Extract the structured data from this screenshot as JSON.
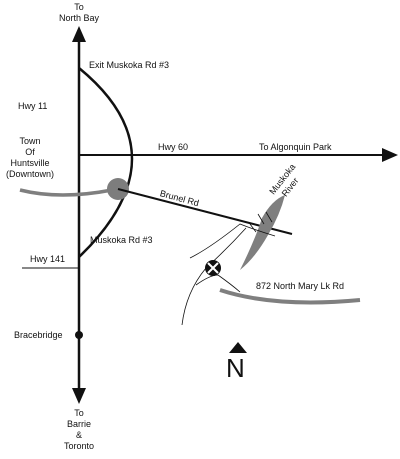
{
  "labels": {
    "to_north_bay": [
      "To",
      "North Bay"
    ],
    "exit_muskoka": "Exit Muskoka Rd #3",
    "hwy11": "Hwy 11",
    "town": [
      "Town",
      "Of",
      "Huntsville",
      "(Downtown)"
    ],
    "hwy60": "Hwy 60",
    "to_algonquin": "To Algonquin Park",
    "brunel": "Brunel Rd",
    "river": [
      "Muskoka",
      "River"
    ],
    "muskoka_rd3": "Muskoka Rd #3",
    "hwy141": "Hwy 141",
    "destination": "872 North Mary Lk Rd",
    "bracebridge": "Bracebridge",
    "north": "N",
    "to_south": [
      "To",
      "Barrie",
      "&",
      "Toronto"
    ]
  },
  "icons": {
    "destination_marker": "circled-x-icon",
    "town_marker": "filled-circle-icon",
    "bracebridge_marker": "dot-icon",
    "north_arrow": "north-arrow-icon"
  },
  "colors": {
    "ink": "#111111",
    "river": "#7f7f7f",
    "town": "#7d7d7d"
  }
}
